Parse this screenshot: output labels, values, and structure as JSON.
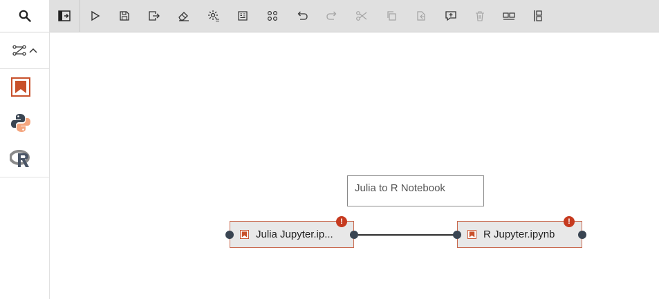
{
  "palette": {
    "search_icon": "search-icon",
    "toggle_icon": "pipeline-nodes-icon",
    "items": [
      {
        "name": "notebook",
        "icon": "jupyter-notebook-icon",
        "color": "#c8502a"
      },
      {
        "name": "python",
        "icon": "python-icon",
        "color": "#f4a57e"
      },
      {
        "name": "r",
        "icon": "r-icon",
        "color": "#6b6b6b"
      }
    ]
  },
  "toolbar": {
    "buttons": [
      {
        "name": "toggle-sidebar-button",
        "icon": "sidebar-toggle-icon",
        "enabled": true
      },
      {
        "name": "run-pipeline-button",
        "icon": "play-icon",
        "enabled": true
      },
      {
        "name": "save-pipeline-button",
        "icon": "save-icon",
        "enabled": true
      },
      {
        "name": "export-pipeline-button",
        "icon": "export-icon",
        "enabled": true
      },
      {
        "name": "clear-pipeline-button",
        "icon": "eraser-icon",
        "enabled": true
      },
      {
        "name": "pipeline-properties-button",
        "icon": "settings-icon",
        "enabled": true
      },
      {
        "name": "runtimes-button",
        "icon": "runtimes-icon",
        "enabled": true
      },
      {
        "name": "components-button",
        "icon": "components-icon",
        "enabled": true
      },
      {
        "name": "undo-button",
        "icon": "undo-icon",
        "enabled": true
      },
      {
        "name": "redo-button",
        "icon": "redo-icon",
        "enabled": false
      },
      {
        "name": "cut-button",
        "icon": "cut-icon",
        "enabled": false
      },
      {
        "name": "copy-button",
        "icon": "copy-icon",
        "enabled": false
      },
      {
        "name": "paste-button",
        "icon": "paste-icon",
        "enabled": false
      },
      {
        "name": "add-comment-button",
        "icon": "add-comment-icon",
        "enabled": true
      },
      {
        "name": "delete-button",
        "icon": "delete-icon",
        "enabled": false
      },
      {
        "name": "arrange-horizontal-button",
        "icon": "arrange-horizontal-icon",
        "enabled": true
      },
      {
        "name": "arrange-vertical-button",
        "icon": "arrange-vertical-icon",
        "enabled": true
      }
    ]
  },
  "canvas": {
    "comment": "Julia to R Notebook",
    "nodes": [
      {
        "label": "Julia Jupyter.ip...",
        "error_badge": "!"
      },
      {
        "label": "R Jupyter.ipynb",
        "error_badge": "!"
      }
    ]
  },
  "colors": {
    "toolbar_bg": "#e0e0e0",
    "node_border": "#c96a4f",
    "error_badge": "#c63a1f",
    "port": "#3a4552"
  }
}
